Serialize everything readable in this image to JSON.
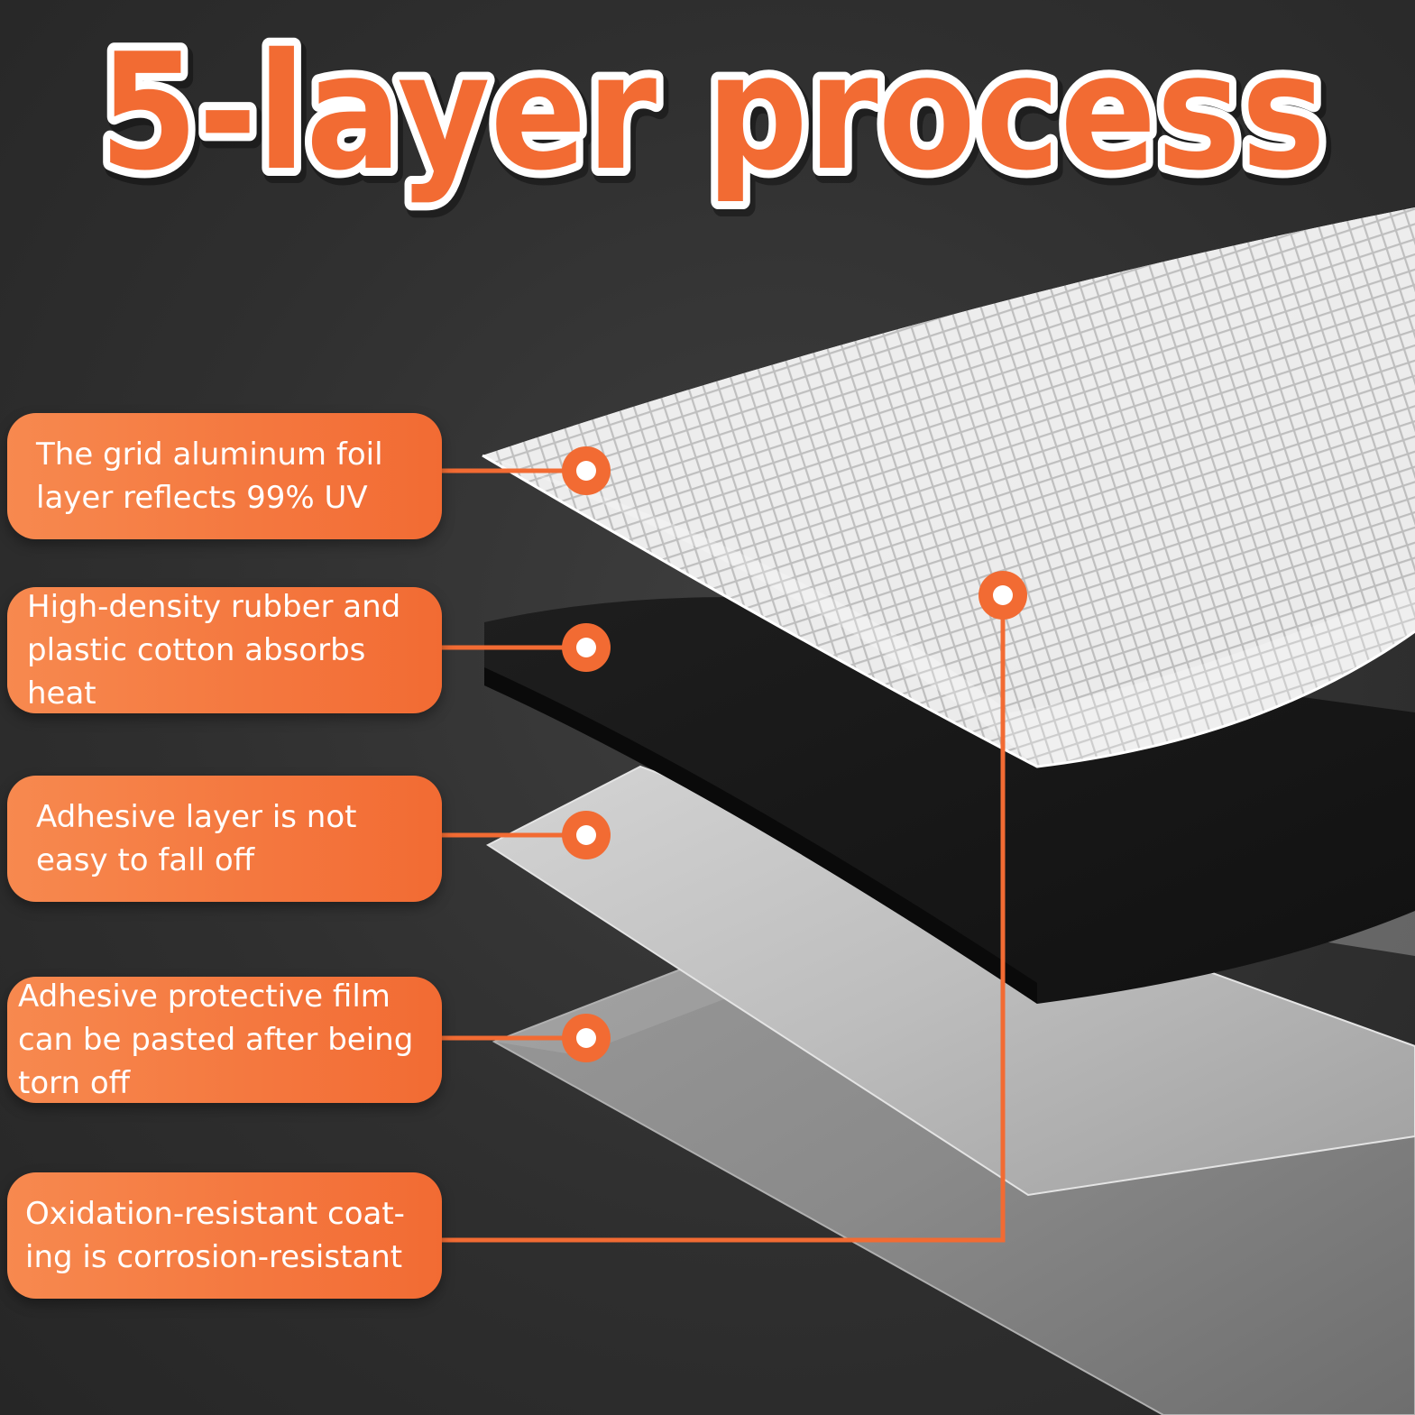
{
  "title": "5-layer process",
  "colors": {
    "accent": "#f26b33",
    "accent_light": "#f7894f",
    "background": "#2f2f2f",
    "title_outline": "#ffffff"
  },
  "callouts": [
    {
      "text": "The grid aluminum foil layer reflects 99% UV"
    },
    {
      "text": "High-density rubber and plastic cotton absorbs heat"
    },
    {
      "text": "Adhesive layer is not easy to fall off"
    },
    {
      "text": "Adhesive protective film can be pasted after being torn off"
    },
    {
      "text": "Oxidation-resistant coat-ing is corrosion-resistant"
    }
  ]
}
